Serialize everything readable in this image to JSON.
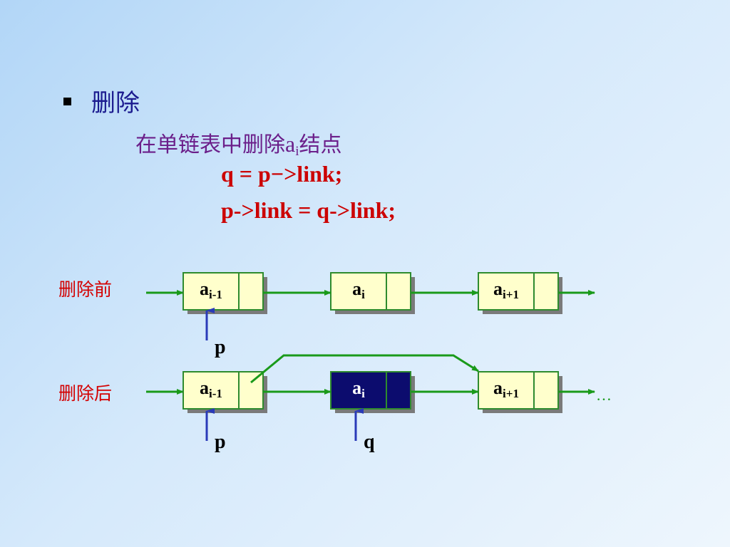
{
  "heading": {
    "bullet": "■",
    "title": "删除"
  },
  "subtitle": {
    "prefix": "在单链表中删除",
    "var": "a",
    "sub": "i",
    "suffix": "结点"
  },
  "code": {
    "line1": "q = p−>link;",
    "line2": "p->link = q->link;"
  },
  "rows": [
    {
      "label": "删除前",
      "nodes": [
        {
          "base": "a",
          "sub": "i-1",
          "highlight": false
        },
        {
          "base": "a",
          "sub": "i",
          "highlight": false
        },
        {
          "base": "a",
          "sub": "i+1",
          "highlight": false
        }
      ],
      "pointers": [
        {
          "label": "p"
        }
      ]
    },
    {
      "label": "删除后",
      "nodes": [
        {
          "base": "a",
          "sub": "i-1",
          "highlight": false
        },
        {
          "base": "a",
          "sub": "i",
          "highlight": true
        },
        {
          "base": "a",
          "sub": "i+1",
          "highlight": false
        }
      ],
      "pointers": [
        {
          "label": "p"
        },
        {
          "label": "q"
        }
      ],
      "trailing": "…"
    }
  ],
  "colors": {
    "node_fill": "#ffffcc",
    "node_border": "#2e8b2e",
    "node_shadow": "#7a7a7a",
    "highlight_fill": "#0c0c6e",
    "link_arrow": "#1a9a1a",
    "pointer_arrow": "#2a3ab8",
    "heading": "#1b1b8f",
    "subtitle": "#6b1f8a",
    "code": "#cc0000",
    "row_label": "#d40000"
  }
}
